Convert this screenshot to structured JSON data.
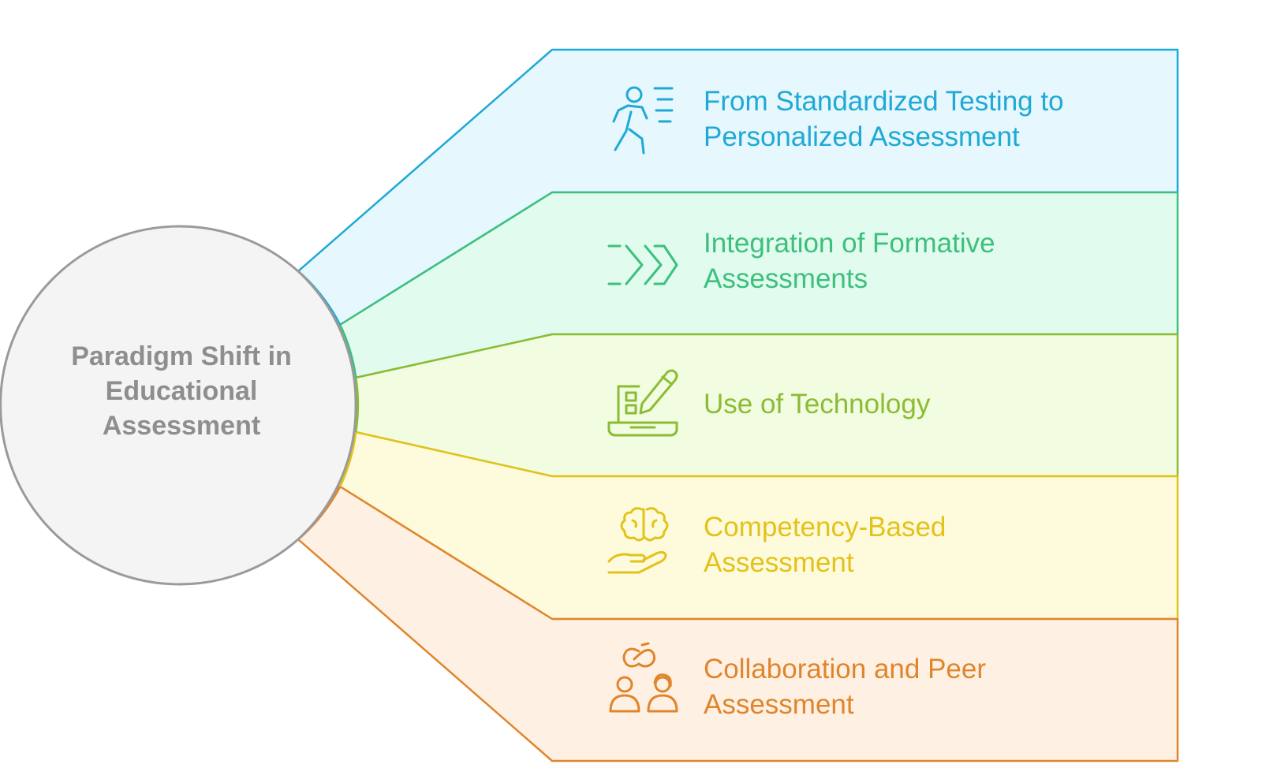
{
  "center": {
    "lines": [
      "Paradigm Shift in",
      "Educational",
      "Assessment"
    ],
    "fill": "#f4f4f4",
    "stroke": "#9a9a9a",
    "text_color": "#8e8e8e"
  },
  "items": [
    {
      "lines": [
        "From Standardized Testing to",
        "Personalized Assessment"
      ],
      "icon": "running-person-icon",
      "color": "#1fa9d6",
      "fill": "#e6f7fd"
    },
    {
      "lines": [
        "Integration of Formative",
        "Assessments"
      ],
      "icon": "forward-chevrons-icon",
      "color": "#3cc07c",
      "fill": "#e2fbef"
    },
    {
      "lines": [
        "Use of Technology"
      ],
      "icon": "laptop-pencil-icon",
      "color": "#8cbc34",
      "fill": "#f1fce0"
    },
    {
      "lines": [
        "Competency-Based",
        "Assessment"
      ],
      "icon": "brain-hand-icon",
      "color": "#e3c21a",
      "fill": "#fefadc"
    },
    {
      "lines": [
        "Collaboration and Peer",
        "Assessment"
      ],
      "icon": "collaborating-people-icon",
      "color": "#e0852c",
      "fill": "#fef1e4"
    }
  ]
}
